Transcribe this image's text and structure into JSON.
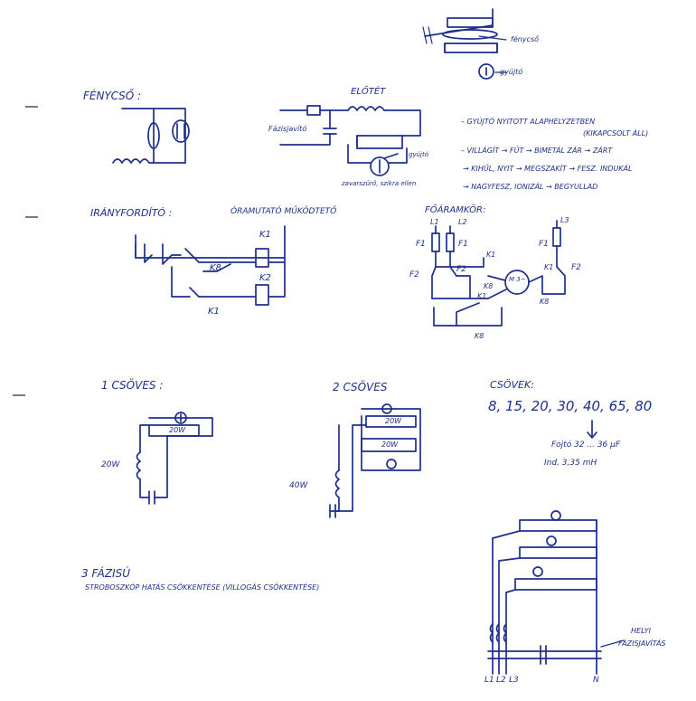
{
  "colors": {
    "ink": "#1d2f8c",
    "paper": "#ffffff"
  },
  "top_legend": {
    "tube": "fénycső",
    "starter": "gyújtó"
  },
  "fluorescent": {
    "title": "FÉNYCSŐ :"
  },
  "starter_circuit": {
    "choke": "ELŐTÉT",
    "pf_capacitor": "Fázisjavító",
    "starter": "gyújtó",
    "noise_note": "zavarszűrő, szikra ellen"
  },
  "starter_notes": [
    "– GYÚJTÓ NYITOTT ALAPHELYZETBEN",
    "(KIKAPCSOLT ÁLL)",
    "– VILLÁGÍT → FŰT → BIMETÁL ZÁR → ZÁRT",
    "→ KIHŰL, NYIT → MEGSZAKÍT → FESZ. INDUKÁL",
    "→ NAGYFESZ, IONIZÁL → BEGYULLAD"
  ],
  "reversing": {
    "title": "IRÁNYFORDÍTÓ :",
    "subtitle": "ÓRAMUTATÓ MŰKÖDTETŐ",
    "contacts": {
      "k1": "K1",
      "k2": "K2",
      "k8a": "K8",
      "k1b": "K1"
    }
  },
  "main_circuit": {
    "title": "FŐÁRAMKÖR:",
    "labels": {
      "l1": "L1",
      "l2": "L2",
      "l3": "L3",
      "f1a": "F1",
      "f1b": "F1",
      "f1c": "F1",
      "f2a": "F2",
      "f2b": "F2",
      "f2c": "F2",
      "k1a": "K1",
      "k1b": "K1",
      "k1c": "K1",
      "k8a": "K8",
      "k8b": "K8",
      "k8c": "K8",
      "motor": "M 3~"
    }
  },
  "one_tube": {
    "title": "1 CSÖVES :",
    "tube_rating": "20W",
    "choke_rating": "20W"
  },
  "two_tube": {
    "title": "2 CSÖVES",
    "tube1_rating": "20W",
    "tube2_rating": "20W",
    "choke_rating": "40W"
  },
  "tubes": {
    "title": "CSÖVEK:",
    "wattages": "8, 15, 20, 30, 40, 65, 80",
    "cap_line": "Fojtó 32 ... 36 µF",
    "ind_line": "Ind. 3,35 mH"
  },
  "three_phase": {
    "title": "3 FÁZISÚ",
    "subtitle": "STROBOSZKÓP HATÁS CSÖKKENTÉSE (VILLOGÁS CSÖKKENTÉSE)",
    "local_pfc": "HELYI",
    "local_pfc2": "FÁZISJAVÍTÁS",
    "l1": "L1",
    "l2": "L2",
    "l3": "L3",
    "n": "N"
  }
}
